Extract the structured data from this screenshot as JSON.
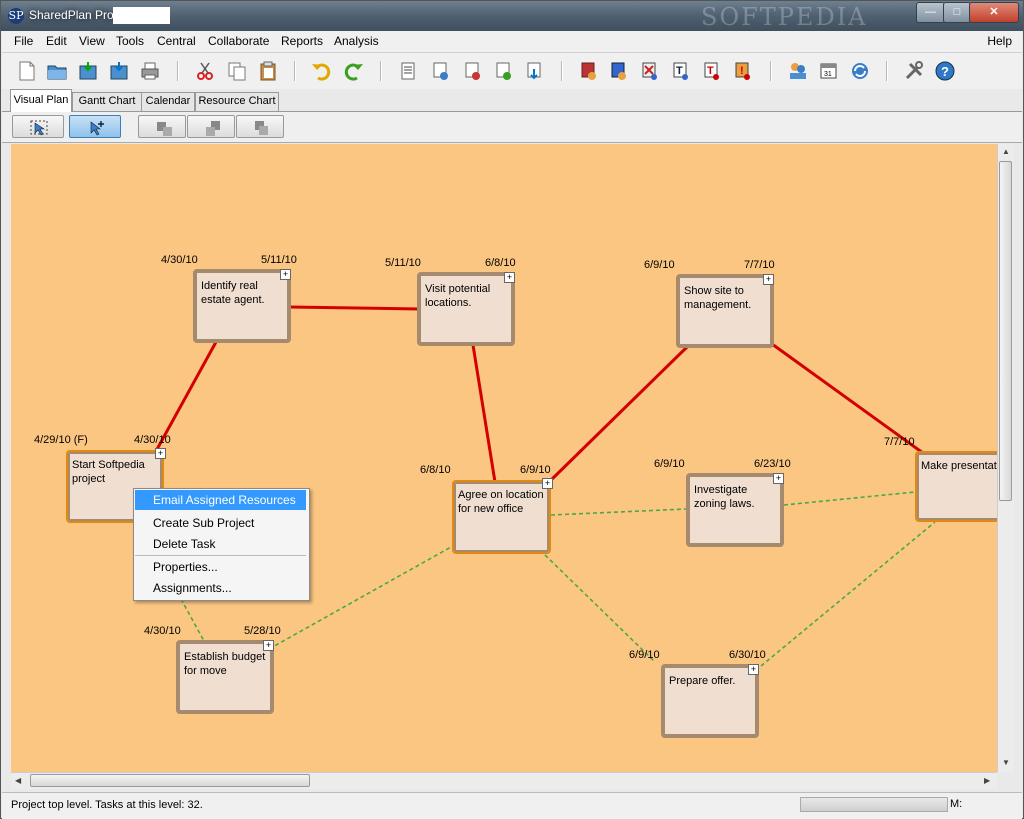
{
  "window": {
    "title": "SharedPlan Pro:",
    "watermark": "SOFTPEDIA",
    "app_icon": "SP"
  },
  "menu": [
    "File",
    "Edit",
    "View",
    "Tools",
    "Central",
    "Collaborate",
    "Reports",
    "Analysis"
  ],
  "menu_help": "Help",
  "tabs": [
    "Visual Plan",
    "Gantt Chart",
    "Calendar",
    "Resource Chart"
  ],
  "tasks": [
    {
      "name": "Identify real estate agent.",
      "start": "4/30/10",
      "end": "5/11/10"
    },
    {
      "name": "Visit potential locations.",
      "start": "5/11/10",
      "end": "6/8/10"
    },
    {
      "name": "Show site to management.",
      "start": "6/9/10",
      "end": "7/7/10"
    },
    {
      "name": "Start Softpedia project",
      "start": "4/29/10 (F)",
      "end": "4/30/10"
    },
    {
      "name": "Agree on location for new office",
      "start": "6/8/10",
      "end": "6/9/10"
    },
    {
      "name": "Investigate zoning laws.",
      "start": "6/9/10",
      "end": "6/23/10"
    },
    {
      "name": "Make presentation to Founders.",
      "start": "",
      "end": "7/7/10"
    },
    {
      "name": "Establish budget for move",
      "start": "4/30/10",
      "end": "5/28/10"
    },
    {
      "name": "Prepare offer.",
      "start": "6/9/10",
      "end": "6/30/10"
    }
  ],
  "context_menu": [
    "Email Assigned Resources",
    "Create Sub Project",
    "Delete Task",
    "Properties...",
    "Assignments..."
  ],
  "status": {
    "text": "Project top level. Tasks at this level: 32.",
    "mem_label": "M:"
  },
  "colors": {
    "canvas": "#fbc682",
    "critical_link": "#d40000",
    "normal_link": "#4aa84a",
    "menu_highlight": "#3399ff"
  }
}
